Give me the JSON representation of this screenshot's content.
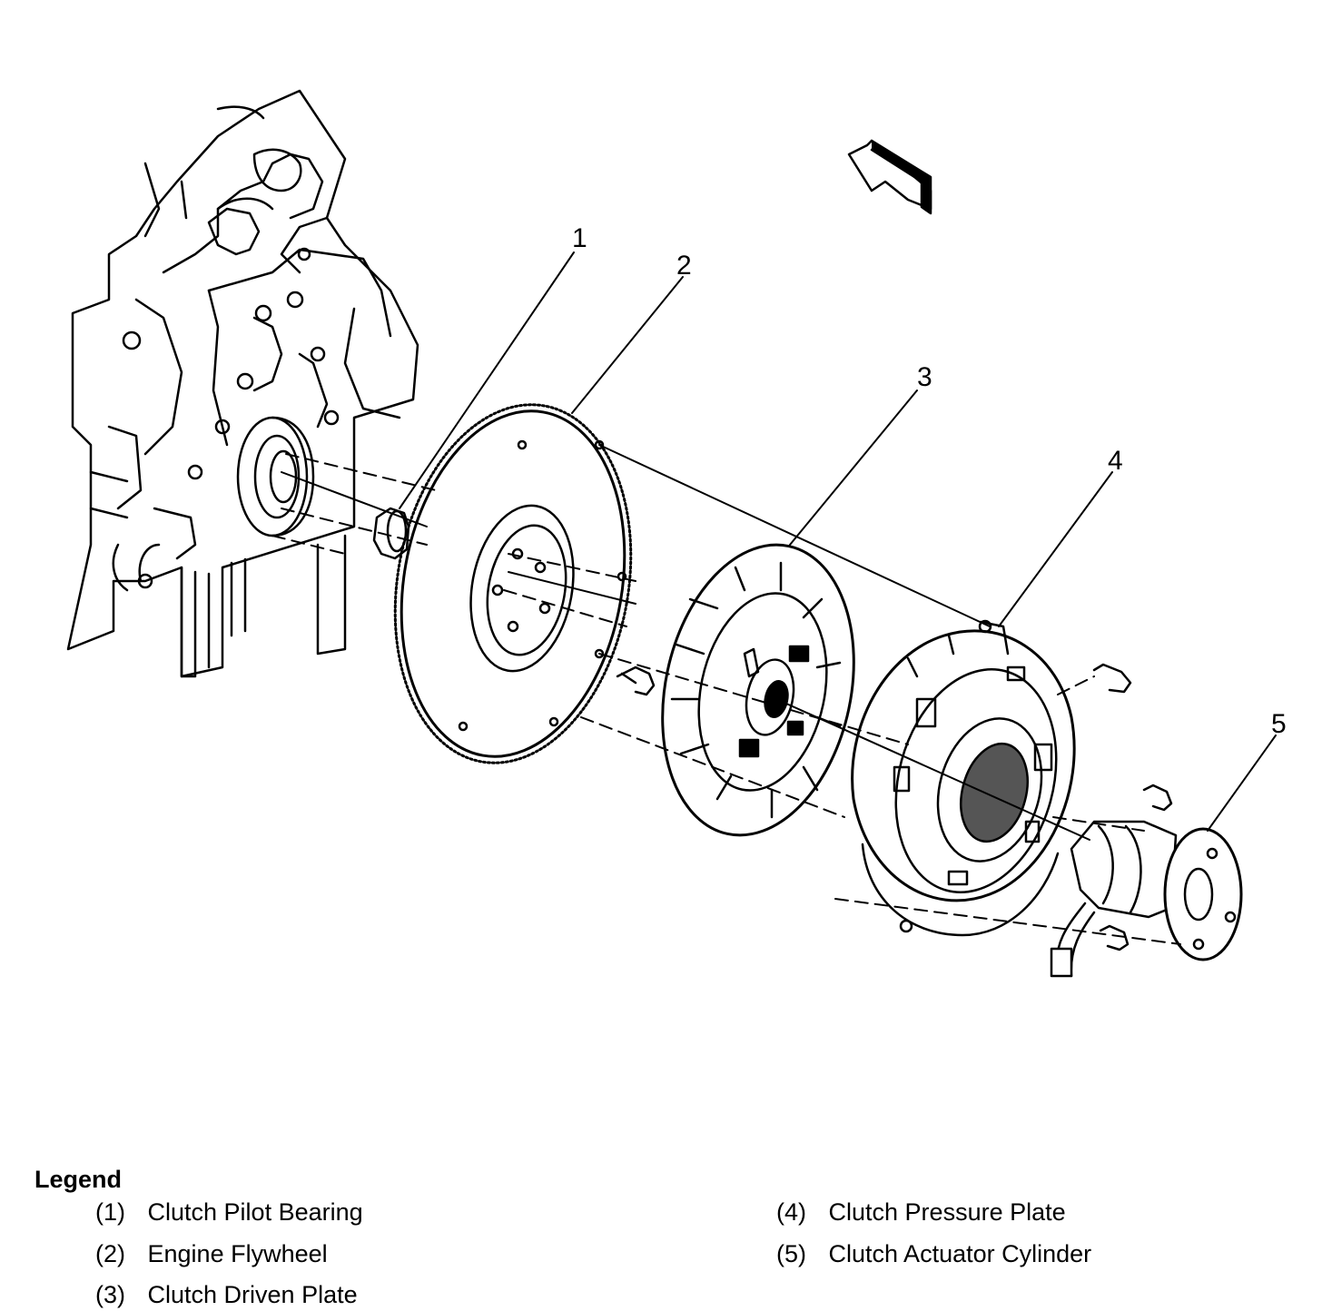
{
  "callouts": [
    "1",
    "2",
    "3",
    "4",
    "5"
  ],
  "legend": {
    "title": "Legend",
    "items": [
      {
        "num": "(1)",
        "label": "Clutch Pilot Bearing"
      },
      {
        "num": "(2)",
        "label": "Engine Flywheel"
      },
      {
        "num": "(3)",
        "label": "Clutch Driven Plate"
      },
      {
        "num": "(4)",
        "label": "Clutch Pressure Plate"
      },
      {
        "num": "(5)",
        "label": "Clutch Actuator Cylinder"
      }
    ]
  }
}
